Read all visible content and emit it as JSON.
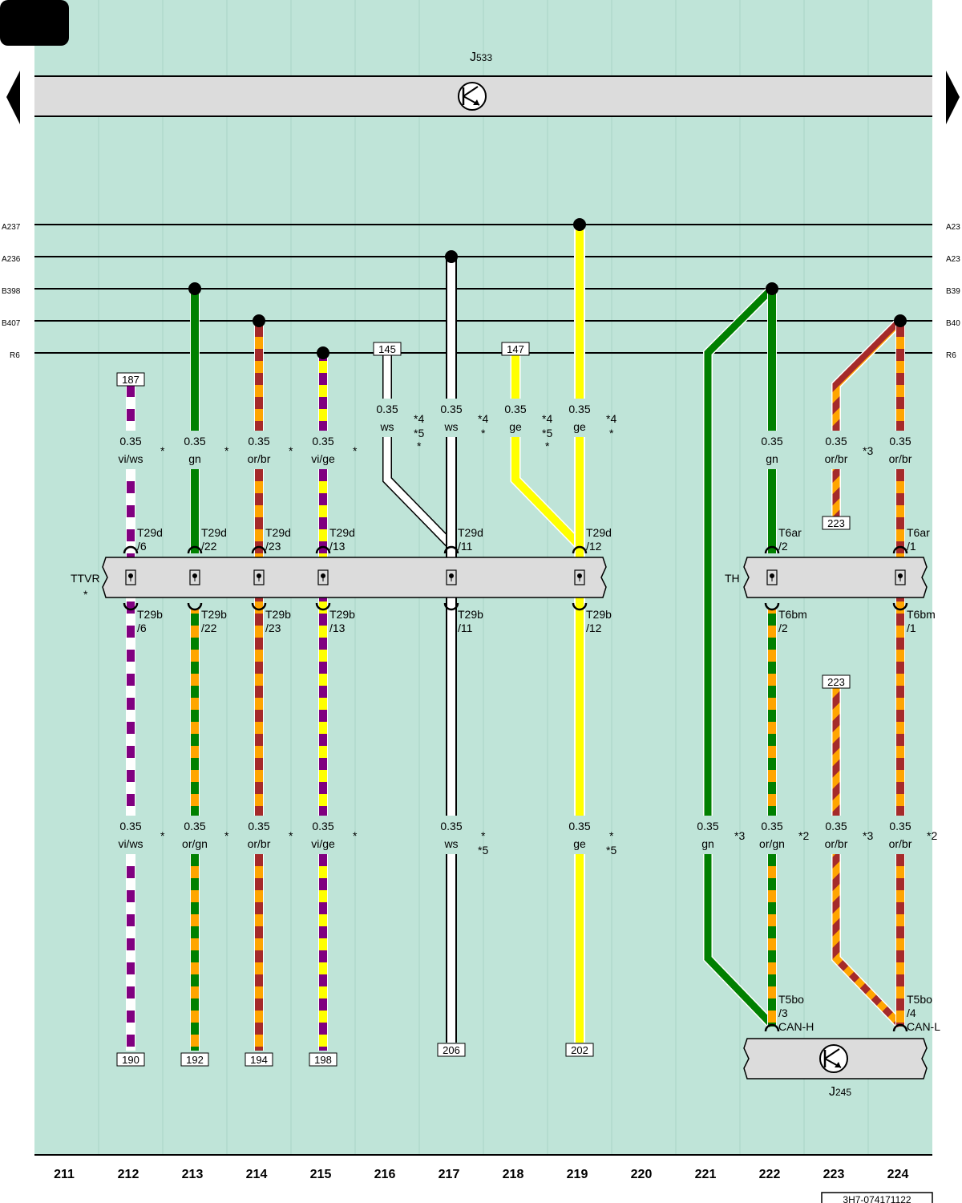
{
  "diagram": {
    "top_component": {
      "id_main": "J",
      "id_sub": "533"
    },
    "bottom_component": {
      "id_main": "J",
      "id_sub": "245"
    },
    "bus_labels": {
      "A237": "A237",
      "A236": "A236",
      "B398": "B398",
      "B407": "B407",
      "R6": "R6"
    },
    "bus_labels_right": {
      "A237": "A23",
      "A236": "A23",
      "B398": "B39",
      "B407": "B40",
      "R6": "R6"
    },
    "refs": {
      "r187": "187",
      "r145": "145",
      "r147": "147",
      "r223a": "223",
      "r223b": "223",
      "r190": "190",
      "r192": "192",
      "r194": "194",
      "r198": "198",
      "r206": "206",
      "r202": "202"
    },
    "connector_left": {
      "name": "TTVR",
      "star": "*"
    },
    "connector_right": {
      "name": "TH"
    },
    "size": "0.35",
    "colors": {
      "vi_ws": "vi/ws",
      "gn": "gn",
      "or_br": "or/br",
      "vi_ge": "vi/ge",
      "ws": "ws",
      "ge": "ge",
      "or_gn": "or/gn"
    },
    "notes": {
      "star": "*",
      "n2": "*2",
      "n3": "*3",
      "n4": "*4",
      "n5": "*5"
    },
    "pins": {
      "t29d_6": [
        "T29d",
        "/6"
      ],
      "t29d_22": [
        "T29d",
        "/22"
      ],
      "t29d_23": [
        "T29d",
        "/23"
      ],
      "t29d_13": [
        "T29d",
        "/13"
      ],
      "t29d_11": [
        "T29d",
        "/11"
      ],
      "t29d_12": [
        "T29d",
        "/12"
      ],
      "t29b_6": [
        "T29b",
        "/6"
      ],
      "t29b_22": [
        "T29b",
        "/22"
      ],
      "t29b_23": [
        "T29b",
        "/23"
      ],
      "t29b_13": [
        "T29b",
        "/13"
      ],
      "t29b_11": [
        "T29b",
        "/11"
      ],
      "t29b_12": [
        "T29b",
        "/12"
      ],
      "t6ar_2": [
        "T6ar",
        "/2"
      ],
      "t6ar_1": [
        "T6ar",
        "/1"
      ],
      "t6bm_2": [
        "T6bm",
        "/2"
      ],
      "t6bm_1": [
        "T6bm",
        "/1"
      ],
      "t5bo_3": [
        "T5bo",
        "/3",
        "CAN-H"
      ],
      "t5bo_4": [
        "T5bo",
        "/4",
        "CAN-L"
      ]
    },
    "columns": [
      "211",
      "212",
      "213",
      "214",
      "215",
      "216",
      "217",
      "218",
      "219",
      "220",
      "221",
      "222",
      "223",
      "224"
    ],
    "doc_number": "3H7-074171122",
    "wire_colors": {
      "vi": "#800080",
      "ws": "#ffffff",
      "gn": "#008000",
      "or": "#ffa500",
      "br": "#a52a2a",
      "ge": "#ffff00",
      "bg": "#bfe4d8",
      "bar": "#dcdcdc"
    }
  }
}
